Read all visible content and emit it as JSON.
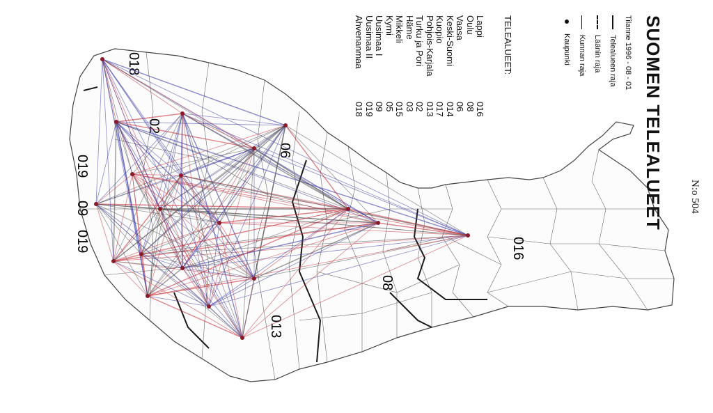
{
  "archive_number": "N:o 504",
  "title": "SUOMEN TELEALUEET",
  "date": "Tilanne 1996 - 08 - 01",
  "legend": [
    {
      "symbol": "solid-thick",
      "label": "Telealueen raja"
    },
    {
      "symbol": "dashed",
      "label": "Läänin raja"
    },
    {
      "symbol": "solid-thin",
      "label": "Kunnan raja"
    },
    {
      "symbol": "dot",
      "label": "Kaupunki"
    }
  ],
  "areas_heading": "TELEALUEET:",
  "areas": [
    {
      "name": "Lappi",
      "code": "016"
    },
    {
      "name": "Oulu",
      "code": "08"
    },
    {
      "name": "Vaasa",
      "code": "06"
    },
    {
      "name": "Keski-Suomi",
      "code": "014"
    },
    {
      "name": "Kuopio",
      "code": "017"
    },
    {
      "name": "Pohjois-Karjala",
      "code": "013"
    },
    {
      "name": "Turku ja Pori",
      "code": "02"
    },
    {
      "name": "Häme",
      "code": "03"
    },
    {
      "name": "Mikkeli",
      "code": "015"
    },
    {
      "name": "Kymi",
      "code": "05"
    },
    {
      "name": "Uusimaa I",
      "code": "09"
    },
    {
      "name": "Uusimaa II",
      "code": "019"
    },
    {
      "name": "Ahvenanmaa",
      "code": "018"
    }
  ],
  "map_codes": [
    "016",
    "08",
    "06",
    "013",
    "09",
    "019",
    "019",
    "018",
    "02"
  ],
  "colors": {
    "line_red": "#c8323c",
    "line_blue": "#3c3caa",
    "line_gray": "#555555",
    "border": "#333333"
  }
}
